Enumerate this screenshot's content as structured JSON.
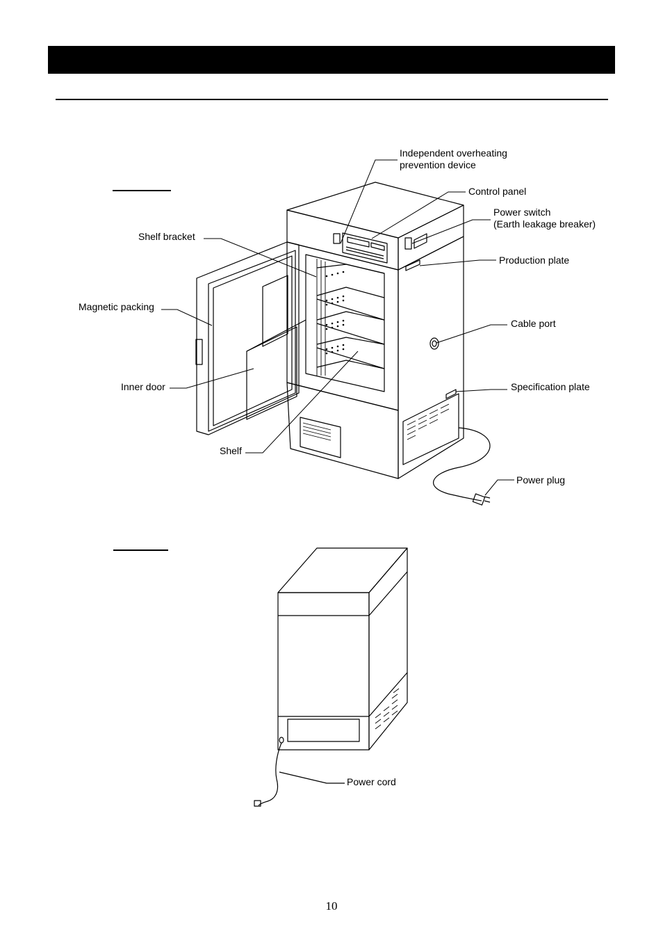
{
  "labels": {
    "overheat_line1": "Independent overheating",
    "overheat_line2": "prevention device",
    "control_panel": "Control panel",
    "power_switch_line1": "Power switch",
    "power_switch_line2": "(Earth leakage breaker)",
    "shelf_bracket": "Shelf  bracket",
    "production_plate": "Production plate",
    "magnetic_packing": "Magnetic  packing",
    "cable_port": "Cable port",
    "inner_door": "Inner door",
    "specification_plate": "Specification plate",
    "shelf": "Shelf",
    "power_plug": "Power plug",
    "power_cord": "Power cord"
  },
  "page_number": "10"
}
